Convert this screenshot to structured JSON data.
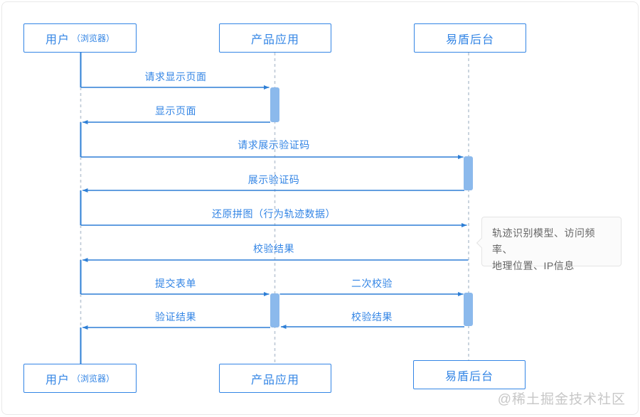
{
  "actors": {
    "user": {
      "name": "用户",
      "suffix": "（浏览器）"
    },
    "product": {
      "name": "产品应用"
    },
    "backend": {
      "name": "易盾后台"
    }
  },
  "messages": {
    "request_page": "请求显示页面",
    "show_page": "显示页面",
    "request_captcha": "请求展示验证码",
    "show_captcha": "展示验证码",
    "restore_puzzle": "还原拼图（行为轨迹数据）",
    "check_result": "校验结果",
    "submit_form": "提交表单",
    "second_check": "二次校验",
    "verify_result": "验证结果",
    "check_result_2": "校验结果"
  },
  "note": {
    "line1": "轨迹识别模型、访问频率、",
    "line2": "地理位置、IP信息"
  },
  "watermark": "@稀土掘金技术社区",
  "colors": {
    "accent": "#3385e5",
    "line": "#2e7fd6",
    "activation": "#8bb9ec",
    "lifeline": "#bdc9d6",
    "note-border": "#e4e4e4",
    "note-bg": "#fbfbfb",
    "note-text": "#666666",
    "watermark": "#c7c7c7",
    "frame": "#e9e9e9"
  }
}
